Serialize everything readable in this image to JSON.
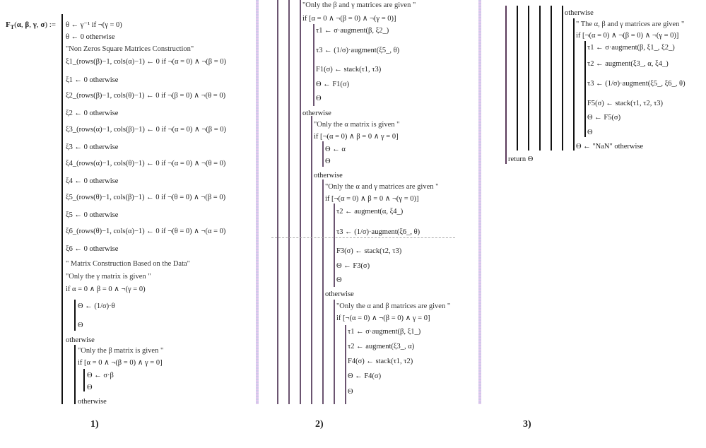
{
  "panel1": {
    "definition": "F_T(α,β,γ,σ) :=",
    "lines": [
      "θ ← γ⁻¹  if ¬(γ = 0)",
      "θ ← 0  otherwise",
      "\"Non Zeros Square Matrices Construction\"",
      "ξ1_(rows(β)−1, cols(α)−1) ← 0  if ¬(α = 0) ∧ ¬(β = 0)",
      "ξ1 ← 0  otherwise",
      "ξ2_(rows(β)−1, cols(θ)−1) ← 0  if ¬(β = 0) ∧ ¬(θ = 0)",
      "ξ2 ← 0  otherwise",
      "ξ3_(rows(α)−1, cols(β)−1) ← 0  if ¬(α = 0) ∧ ¬(β = 0)",
      "ξ3 ← 0  otherwise",
      "ξ4_(rows(α)−1, cols(θ)−1) ← 0  if ¬(α = 0) ∧ ¬(θ = 0)",
      "ξ4 ← 0  otherwise",
      "ξ5_(rows(θ)−1, cols(β)−1) ← 0  if ¬(θ = 0) ∧ ¬(β = 0)",
      "ξ5 ← 0  otherwise",
      "ξ6_(rows(θ)−1, cols(α)−1) ← 0  if ¬(θ = 0) ∧ ¬(α = 0)",
      "ξ6 ← 0  otherwise",
      "\" Matrix Construction Based on the Data\"",
      "\"Only the γ matrix is given \"",
      "if  α = 0 ∧ β = 0 ∧ ¬(γ = 0)",
      "Θ ← (1/σ)·θ",
      "Θ",
      "otherwise",
      "\"Only the β matrix is given \"",
      "if  [α = 0 ∧ ¬(β = 0) ∧ γ = 0]",
      "Θ ← σ·β",
      "Θ",
      "otherwise"
    ],
    "caption": "1)"
  },
  "panel2": {
    "lines": [
      "\"Only the β and γ  matrices are given \"",
      "if  [α = 0 ∧ ¬(β = 0) ∧ ¬(γ = 0)]",
      "τ1 ← σ·augment(β, ξ2_)",
      "τ3 ← (1/σ)·augment(ξ5_, θ)",
      "F1(σ) ← stack(τ1, τ3)",
      "Θ ← F1(σ)",
      "Θ",
      "otherwise",
      "\"Only the α matrix is given \"",
      "if  [¬(α = 0) ∧ β = 0 ∧ γ = 0]",
      "Θ ← α",
      "Θ",
      "otherwise",
      "\"Only the α and γ matrices are given \"",
      "if  [¬(α = 0) ∧ β = 0 ∧ ¬(γ = 0)]",
      "τ2 ← augment(α, ξ4_)",
      "τ3 ← (1/σ)·augment(ξ6_, θ)",
      "F3(σ) ← stack(τ2, τ3)",
      "Θ ← F3(σ)",
      "Θ",
      "otherwise",
      "\"Only the α and β matrices are given \"",
      "if  [¬(α = 0) ∧ ¬(β = 0) ∧ γ = 0]",
      "τ1 ← σ·augment(β, ξ1_)",
      "τ2 ← augment(ξ3_, α)",
      "F4(σ) ← stack(τ1, τ2)",
      "Θ ← F4(σ)",
      "Θ"
    ],
    "caption": "2)"
  },
  "panel3": {
    "lines": [
      "otherwise",
      "\" The α, β and γ matrices are given \"",
      "if  [¬(α = 0) ∧ ¬(β = 0) ∧ ¬(γ = 0)]",
      "τ1 ← σ·augment(β, ξ1_, ξ2_)",
      "τ2 ← augment(ξ3_, α, ξ4_)",
      "τ3 ← (1/σ)·augment(ξ5_, ξ6_, θ)",
      "F5(σ) ← stack(τ1, τ2, τ3)",
      "Θ ← F5(σ)",
      "Θ",
      "Θ ← \"NaN\"   otherwise",
      "return  Θ"
    ],
    "caption": "3)"
  }
}
